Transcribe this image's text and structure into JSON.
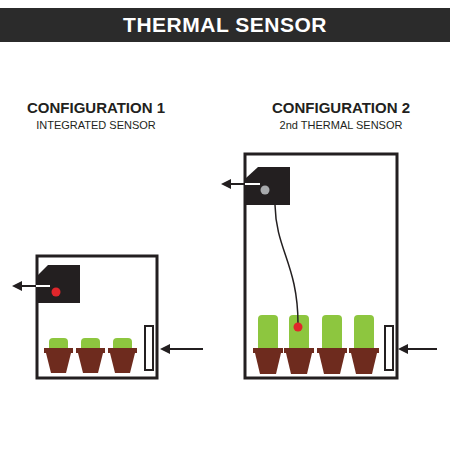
{
  "diagram": {
    "title": "THERMAL SENSOR",
    "labels": [
      "CONFIGURATION 1",
      "INTEGRATED SENSOR",
      "CONFIGURATION 2",
      "2nd THERMAL SENSOR"
    ]
  }
}
